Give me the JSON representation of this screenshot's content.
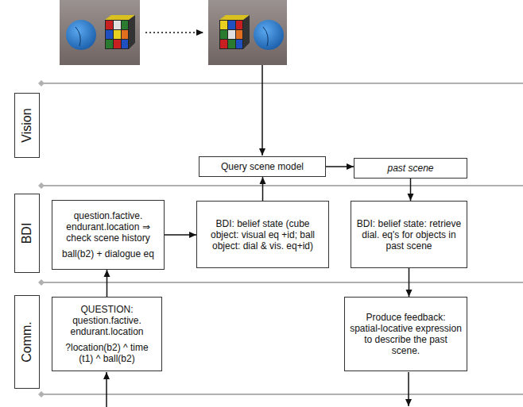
{
  "diagram": {
    "nodes": [
      {
        "text": [
          "Vision"
        ]
      },
      {
        "text": [
          "Query scene model"
        ]
      },
      {
        "text": [
          "past scene"
        ]
      },
      {
        "text": [
          "BDI"
        ]
      },
      {
        "text": [
          "question.factive. endurant.location ⇒ check scene history",
          "ball(b2) + dialogue eq"
        ]
      },
      {
        "text": [
          "BDI: belief state (cube object: visual eq +id; ball object: dial & vis. eq+id)"
        ]
      },
      {
        "text": [
          "BDI: belief state: retrieve dial. eq's for objects in past scene"
        ]
      },
      {
        "text": [
          "Comm."
        ]
      },
      {
        "text": [
          "QUESTION: question.factive. endurant.location",
          "?location(b2) ^ time (t1) ^ ball(b2)"
        ]
      },
      {
        "text": [
          "Produce feedback: spatial-locative expression to describe the past scene."
        ]
      }
    ],
    "edges": [
      {
        "from": 8,
        "to": 4,
        "arrow": "to"
      },
      {
        "from": 4,
        "to": 5,
        "arrow": "to"
      },
      {
        "from": 5,
        "to": 1,
        "arrow": "to"
      },
      {
        "from": 1,
        "to": 2,
        "arrow": "to"
      },
      {
        "from": 2,
        "to": 6,
        "arrow": "to"
      },
      {
        "from": 6,
        "to": 9,
        "arrow": "to"
      }
    ]
  }
}
